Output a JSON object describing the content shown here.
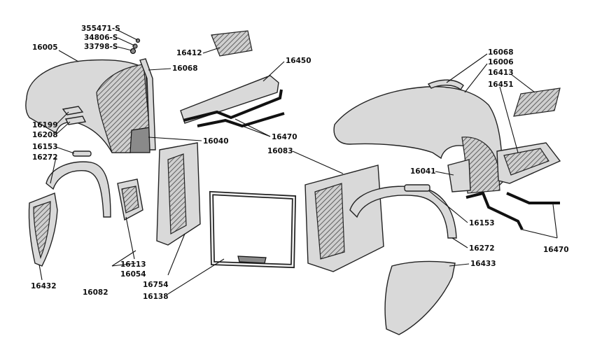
{
  "labels": {
    "p355471s": "355471-S",
    "p34806s": "34806-S",
    "p33798s": "33798-S",
    "p16005": "16005",
    "p16412": "16412",
    "p16068a": "16068",
    "p16450": "16450",
    "p16068b": "16068",
    "p16006": "16006",
    "p16413": "16413",
    "p16451": "16451",
    "p16199": "16199",
    "p16208": "16208",
    "p16153a": "16153",
    "p16272a": "16272",
    "p16040": "16040",
    "p16470a": "16470",
    "p16083": "16083",
    "p16041": "16041",
    "p16153b": "16153",
    "p16272b": "16272",
    "p16470b": "16470",
    "p16433": "16433",
    "p16113": "16113",
    "p16054": "16054",
    "p16082": "16082",
    "p16754": "16754",
    "p16138": "16138",
    "p16432": "16432"
  },
  "colors": {
    "ink": "#111111",
    "panel": "#d9d9d9",
    "shade": "#8a8a8a",
    "background": "#ffffff"
  }
}
